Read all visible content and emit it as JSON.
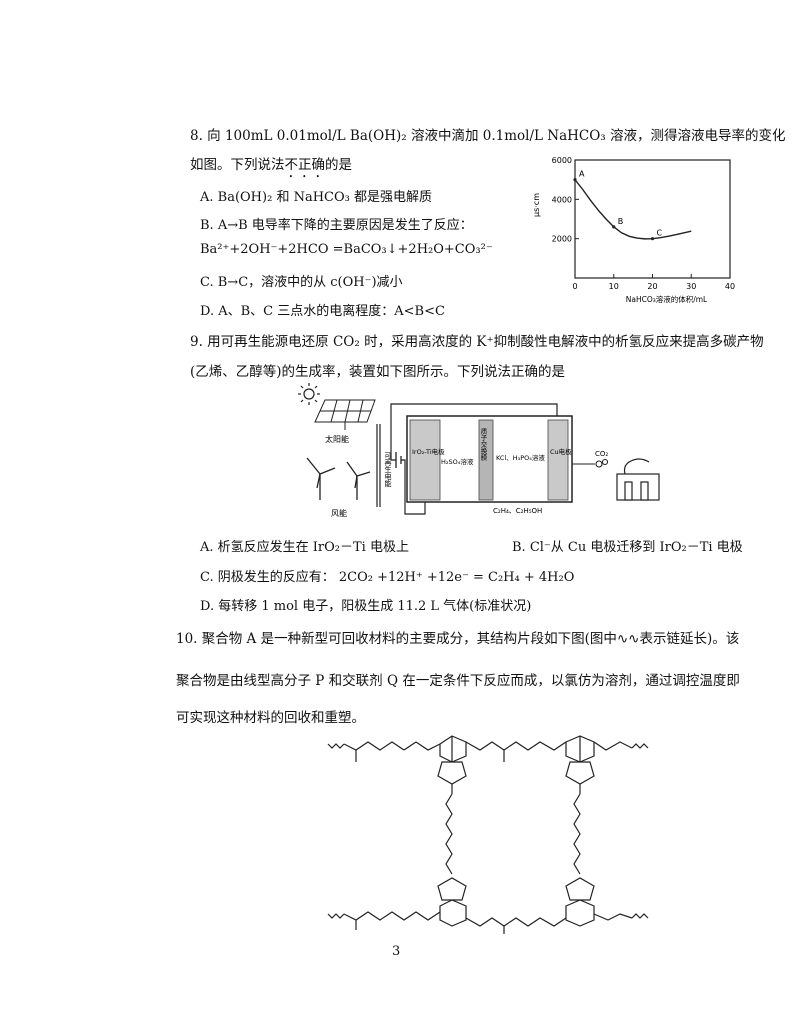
{
  "q8": {
    "stem_line1": "8. 向 100mL  0.01mol/L Ba(OH)₂ 溶液中滴加 0.1mol/L NaHCO₃ 溶液，测得溶液电导率的变化",
    "stem_line2_pre": "如图。下列说法",
    "stem_line2_emph": "不正确",
    "stem_line2_post": "的是",
    "option_a": "A. Ba(OH)₂ 和 NaHCO₃ 都是强电解质",
    "option_b": "B. A→B 电导率下降的主要原因是发生了反应：",
    "equation": "Ba²⁺+2OH⁻+2HCO  =BaCO₃↓+2H₂O+CO₃²⁻",
    "option_c": "C. B→C，溶液中的从 c(OH⁻)减小",
    "option_d": "D. A、B、C 三点水的电离程度：A<B<C"
  },
  "chart_data": {
    "type": "line",
    "ylabel": "μs·cm",
    "xlabel": "NaHCO₃溶液的体积/mL",
    "xlim": [
      0,
      40
    ],
    "ylim": [
      0,
      6000
    ],
    "xticks": [
      "0",
      "10",
      "20",
      "30",
      "40"
    ],
    "yticks": [
      "2000",
      "4000",
      "6000"
    ],
    "points": [
      {
        "label": "A",
        "x": 0,
        "y": 5000
      },
      {
        "label": "B",
        "x": 10,
        "y": 2600
      },
      {
        "label": "C",
        "x": 20,
        "y": 2000
      }
    ],
    "series": [
      {
        "x": [
          0,
          2,
          4,
          6,
          8,
          10,
          12,
          14,
          16,
          18,
          20,
          22,
          24,
          26,
          28,
          30
        ],
        "y": [
          5000,
          4500,
          3950,
          3450,
          3000,
          2600,
          2300,
          2120,
          2030,
          1990,
          2000,
          2050,
          2120,
          2200,
          2290,
          2380
        ]
      }
    ]
  },
  "q9": {
    "stem_line1": "9. 用可再生能源电还原 CO₂ 时，采用高浓度的 K⁺抑制酸性电解液中的析氢反应来提高多碳产物",
    "stem_line2": "(乙烯、乙醇等)的生成率，装置如下图所示。下列说法正确的是",
    "diagram": {
      "solar_label": "太阳能",
      "wind_label": "风能",
      "power_label": "可再生电能",
      "electrode1": "IrO₂-Ti电极",
      "solution1": "H₂SO₄溶液",
      "membrane": "质子交换膜",
      "solution2": "KCl、H₃PO₄溶液",
      "electrode2": "Cu电极",
      "gas": "CO₂",
      "products": "C₂H₄、C₂H₅OH"
    },
    "option_a": "A.  析氢反应发生在 IrO₂－Ti 电极上",
    "option_b": "B. Cl⁻从 Cu 电极迁移到 IrO₂－Ti 电极",
    "option_c": "C.  阴极发生的反应有：  2CO₂ +12H⁺ +12e⁻ = C₂H₄ + 4H₂O",
    "option_d": "D.  每转移 1 mol 电子，阳极生成 11.2 L 气体(标准状况)"
  },
  "q10": {
    "stem_line1": "10.  聚合物 A 是一种新型可回收材料的主要成分，其结构片段如下图(图中∿∿表示链延长)。该",
    "stem_line2": "聚合物是由线型高分子 P 和交联剂 Q 在一定条件下反应而成，以氯仿为溶剂，通过调控温度即",
    "stem_line3": "可实现这种材料的回收和重塑。"
  },
  "page_number": "3"
}
